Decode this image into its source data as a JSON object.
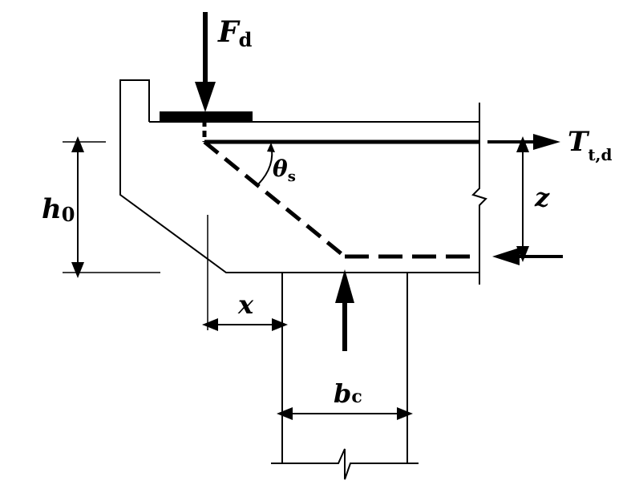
{
  "labels": {
    "force_main": "F",
    "force_sub": "d",
    "tension_main": "T",
    "tension_sub": "t,d",
    "angle_main": "θ",
    "angle_sub": "s",
    "depth_main": "h",
    "depth_sub": "0",
    "lever_arm": "z",
    "distance": "x",
    "width_main": "b",
    "width_sub": "c"
  },
  "colors": {
    "line": "#000000",
    "background": "#ffffff"
  }
}
